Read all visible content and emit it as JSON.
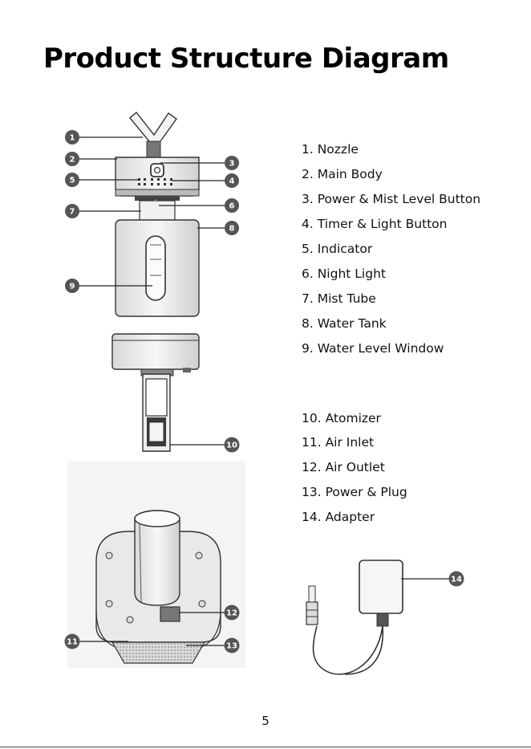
{
  "title": "Product Structure Diagram",
  "legend": [
    {
      "num": "1",
      "text": "1. Nozzle"
    },
    {
      "num": "2",
      "text": "2. Main Body"
    },
    {
      "num": "3",
      "text": "3. Power & Mist Level Button"
    },
    {
      "num": "4",
      "text": "4. Timer & Light Button"
    },
    {
      "num": "5",
      "text": "5. Indicator"
    },
    {
      "num": "6",
      "text": "6. Night Light"
    },
    {
      "num": "7",
      "text": "7. Mist Tube"
    },
    {
      "num": "8",
      "text": "8. Water Tank"
    },
    {
      "num": "9",
      "text": "9. Water Level Window"
    },
    {
      "num": "10",
      "text": "10. Atomizer"
    },
    {
      "num": "11",
      "text": "11. Air Inlet"
    },
    {
      "num": "12",
      "text": "12. Air Outlet"
    },
    {
      "num": "13",
      "text": "13. Power & Plug"
    },
    {
      "num": "14",
      "text": "14. Adapter"
    }
  ],
  "page_number": "5",
  "colors": {
    "badge": "#555555",
    "line": "#222222"
  }
}
